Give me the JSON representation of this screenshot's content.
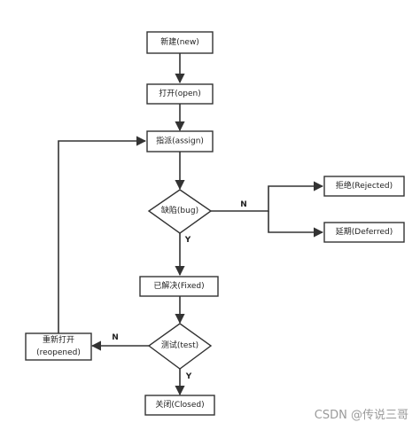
{
  "nodes": {
    "new": "新建(new)",
    "open": "打开(open)",
    "assign": "指派(assign)",
    "bug": "缺陷(bug)",
    "rejected": "拒绝(Rejected)",
    "deferred": "延期(Deferred)",
    "fixed": "已解决(Fixed)",
    "test": "测试(test)",
    "closed": "关闭(Closed)",
    "reopened_line1": "重新打开",
    "reopened_line2": "(reopened)"
  },
  "edge_labels": {
    "bug_no": "N",
    "bug_yes": "Y",
    "test_no": "N",
    "test_yes": "Y"
  },
  "watermark": "CSDN @传说三哥",
  "colors": {
    "stroke": "#333333",
    "fill": "#ffffff",
    "text": "#222222"
  }
}
